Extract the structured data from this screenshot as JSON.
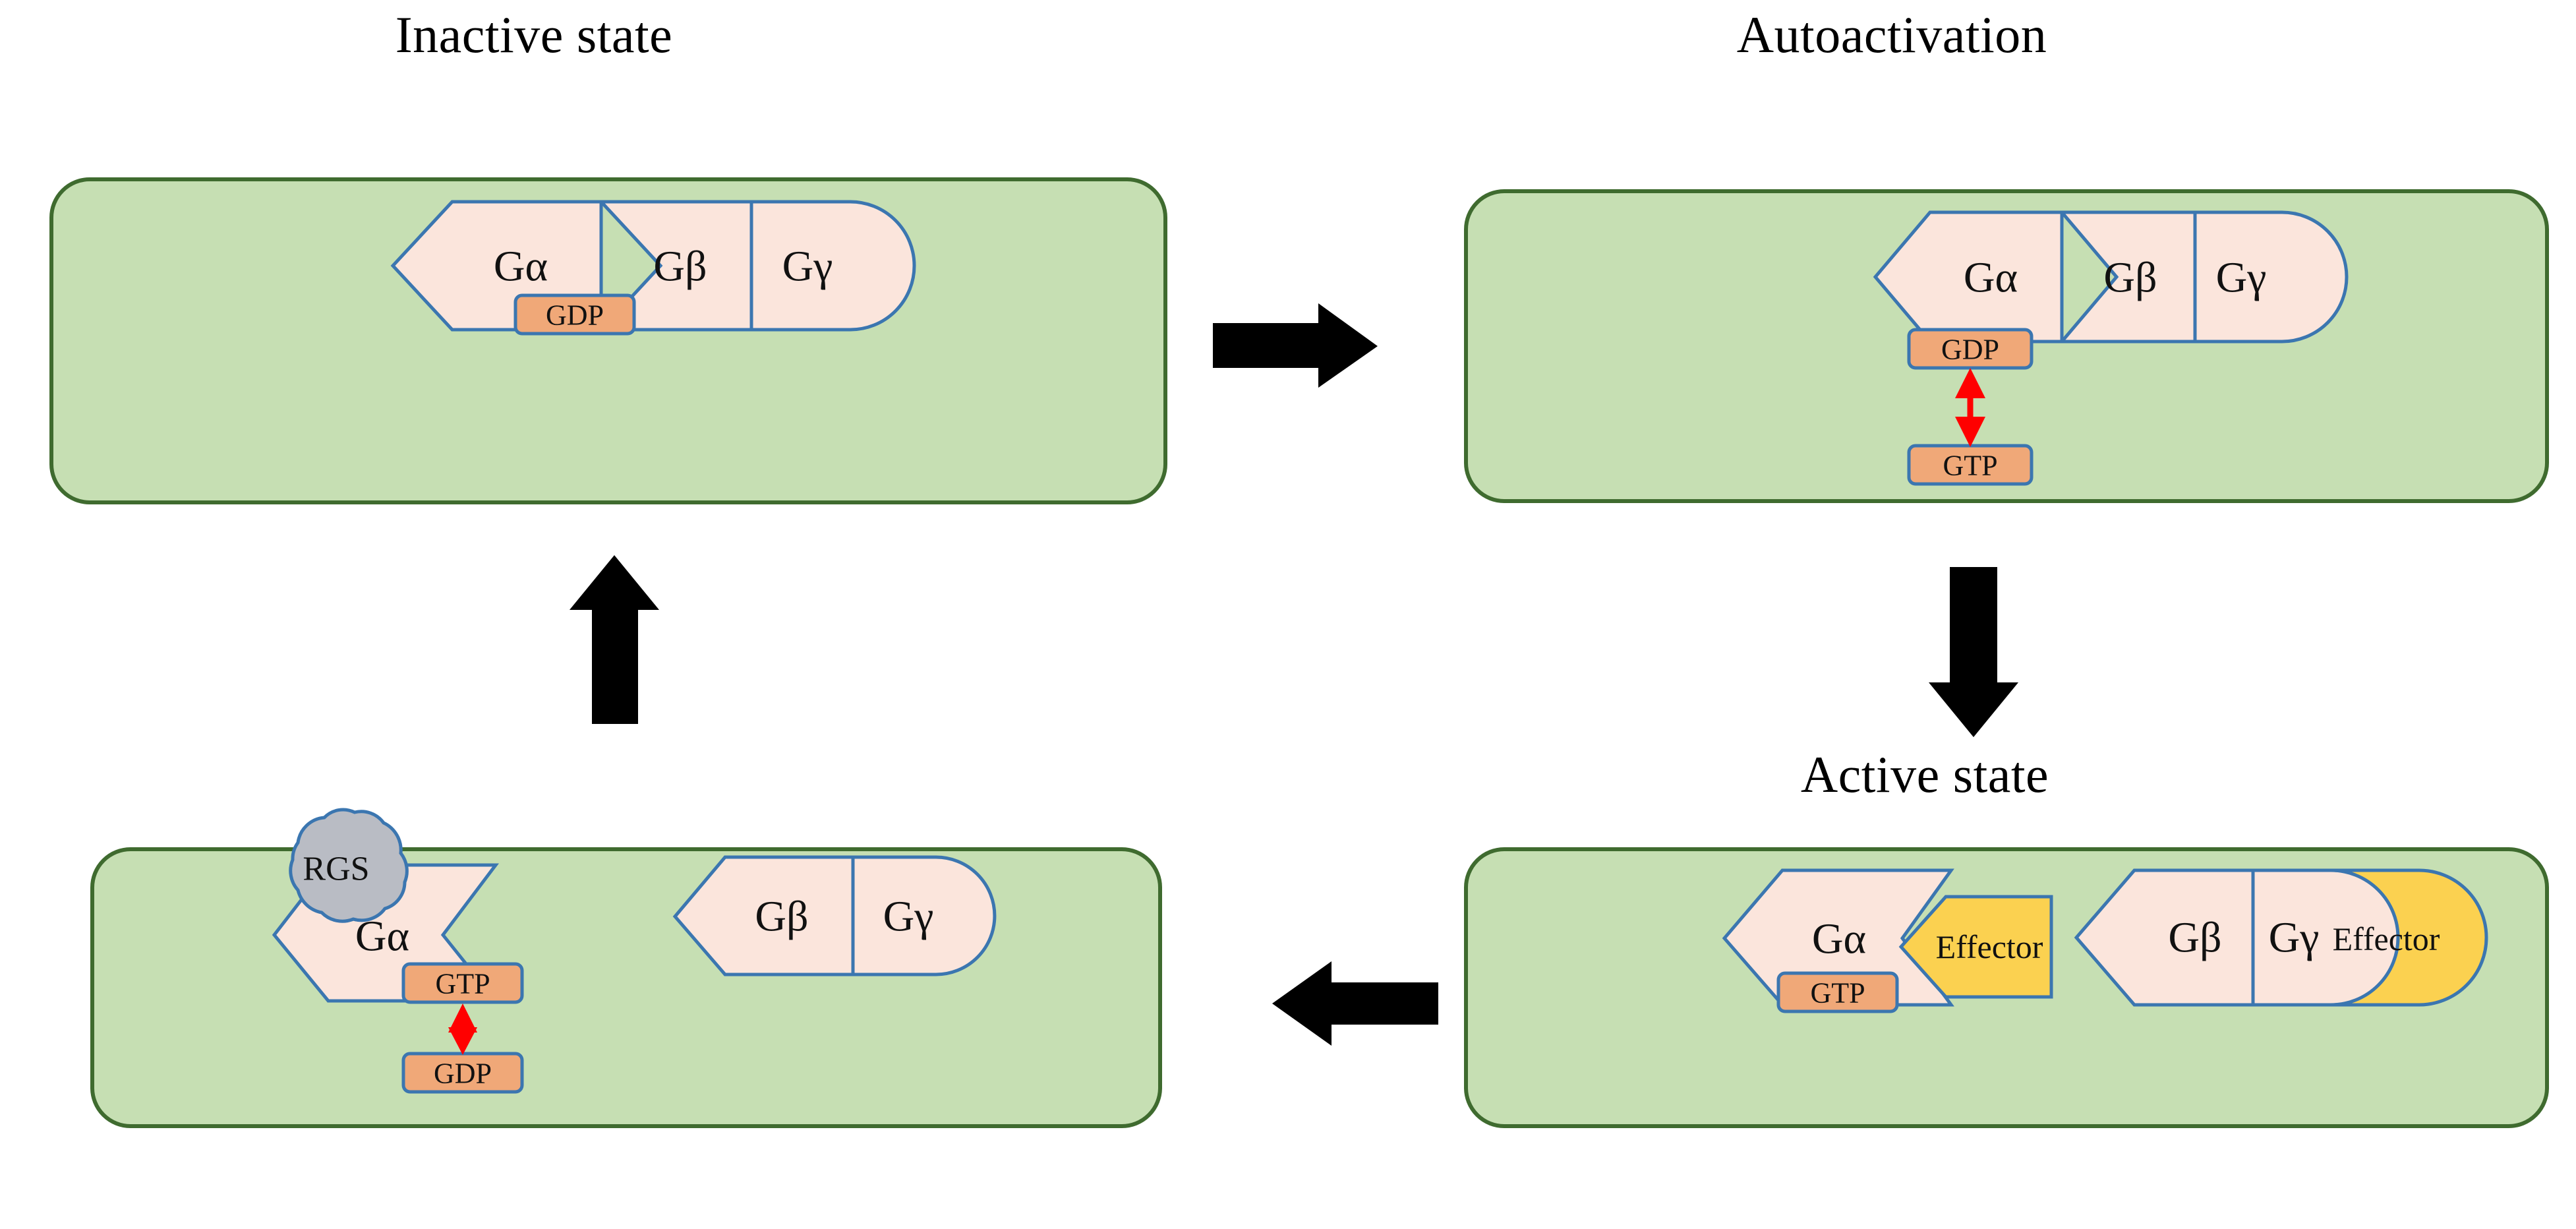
{
  "diagram": {
    "title_semantic": "G-protein activation cycle",
    "colors": {
      "cell_fill": "#c6dfb3",
      "cell_stroke": "#3f6b2f",
      "protein_fill": "#fbe5dc",
      "protein_stroke": "#3b76b0",
      "nucleotide_fill": "#f0a878",
      "nucleotide_stroke": "#3b76b0",
      "effector_fill": "#fbd150",
      "effector_stroke": "#3b76b0",
      "rgs_fill": "#b9bcc4",
      "rgs_stroke": "#3b76b0",
      "arrow_black": "#000000",
      "arrow_red": "#ff0000",
      "background": "#ffffff"
    },
    "panels": [
      {
        "id": "inactive-state",
        "title": "Inactive state",
        "subunits": [
          {
            "id": "galpha",
            "label": "Gα"
          },
          {
            "id": "gbeta",
            "label": "Gβ"
          },
          {
            "id": "ggamma",
            "label": "Gγ"
          }
        ],
        "nucleotides": [
          {
            "id": "gdp-bound",
            "label": "GDP"
          }
        ],
        "effectors": [],
        "regulators": [],
        "exchange_arrow": false
      },
      {
        "id": "autoactivation",
        "title": "Autoactivation",
        "subunits": [
          {
            "id": "galpha",
            "label": "Gα"
          },
          {
            "id": "gbeta",
            "label": "Gβ"
          },
          {
            "id": "ggamma",
            "label": "Gγ"
          }
        ],
        "nucleotides": [
          {
            "id": "gdp-bound",
            "label": "GDP"
          },
          {
            "id": "gtp-free",
            "label": "GTP"
          }
        ],
        "effectors": [],
        "regulators": [],
        "exchange_arrow": true
      },
      {
        "id": "active-state",
        "title": "Active state",
        "subunits": [
          {
            "id": "galpha",
            "label": "Gα"
          },
          {
            "id": "gbeta",
            "label": "Gβ"
          },
          {
            "id": "ggamma",
            "label": "Gγ"
          }
        ],
        "nucleotides": [
          {
            "id": "gtp-bound",
            "label": "GTP"
          }
        ],
        "effectors": [
          {
            "id": "effector-alpha",
            "label": "Effector"
          },
          {
            "id": "effector-betagamma",
            "label": "Effector"
          }
        ],
        "regulators": [],
        "exchange_arrow": false
      },
      {
        "id": "rgs-inactivation",
        "title": "",
        "subunits": [
          {
            "id": "galpha",
            "label": "Gα"
          },
          {
            "id": "gbeta",
            "label": "Gβ"
          },
          {
            "id": "ggamma",
            "label": "Gγ"
          }
        ],
        "nucleotides": [
          {
            "id": "gtp-bound",
            "label": "GTP"
          },
          {
            "id": "gdp-free",
            "label": "GDP"
          }
        ],
        "effectors": [],
        "regulators": [
          {
            "id": "rgs",
            "label": "RGS"
          }
        ],
        "exchange_arrow": true
      }
    ],
    "flow_arrows": [
      {
        "id": "arrow-inactive-to-autoactivation",
        "direction": "right"
      },
      {
        "id": "arrow-autoactivation-to-active",
        "direction": "down"
      },
      {
        "id": "arrow-active-to-rgs",
        "direction": "left"
      },
      {
        "id": "arrow-rgs-to-inactive",
        "direction": "up"
      }
    ]
  }
}
